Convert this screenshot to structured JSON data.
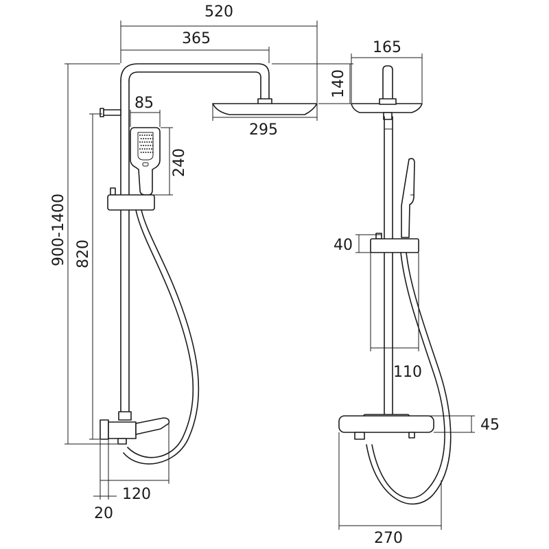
{
  "dimensions": {
    "overall_width": "520",
    "arm_length": "365",
    "head_diameter": "295",
    "head_height": "140",
    "handshower_width": "85",
    "handshower_length": "240",
    "height_range": "900-1400",
    "rail_height": "820",
    "side_head_width": "165",
    "holder_height": "40",
    "holder_depth": "110",
    "mixer_height": "45",
    "mixer_depth": "270",
    "spout_length": "120",
    "wall_offset": "20"
  },
  "colors": {
    "line": "#1a1a1a",
    "background": "#ffffff"
  }
}
